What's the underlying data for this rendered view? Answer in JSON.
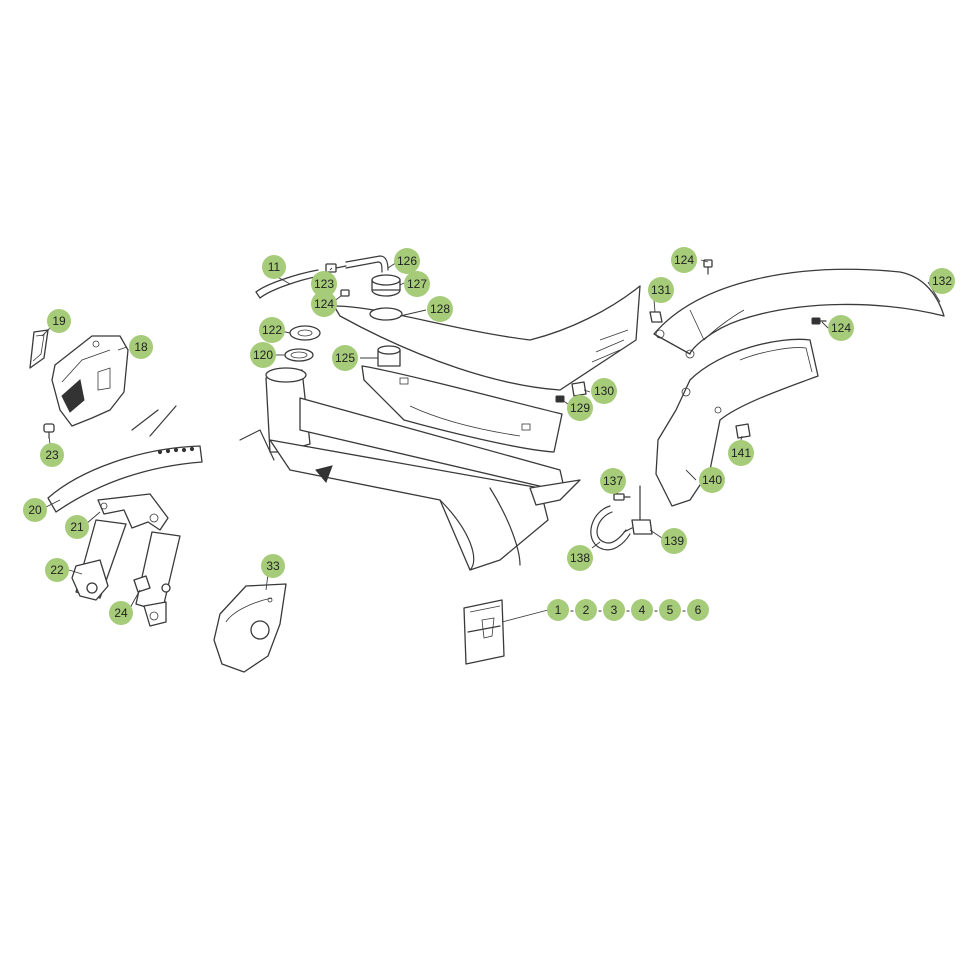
{
  "colors": {
    "callout_fill": "#A6CC7A",
    "line": "#3a3a3a",
    "text": "#222222"
  },
  "callouts": {
    "c1": "1",
    "c2": "2",
    "c3": "3",
    "c4": "4",
    "c5": "5",
    "c6": "6",
    "c11": "11",
    "c18": "18",
    "c19": "19",
    "c20": "20",
    "c21": "21",
    "c22": "22",
    "c23": "23",
    "c24": "24",
    "c33": "33",
    "c120": "120",
    "c122": "122",
    "c123": "123",
    "c124a": "124",
    "c124b": "124",
    "c124c": "124",
    "c125": "125",
    "c126": "126",
    "c127": "127",
    "c128": "128",
    "c129": "129",
    "c130": "130",
    "c131": "131",
    "c132": "132",
    "c137": "137",
    "c138": "138",
    "c139": "139",
    "c140": "140",
    "c141": "141"
  },
  "separator": "-"
}
